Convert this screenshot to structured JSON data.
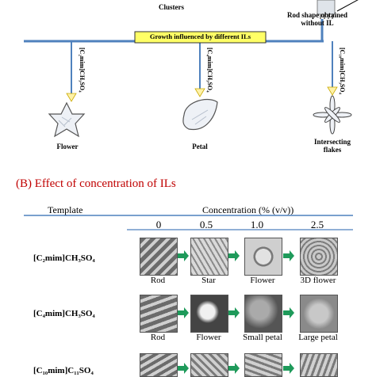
{
  "part_a": {
    "clusters_label": "Clusters",
    "rod_label_line1": "Rod shape obtained",
    "rod_label_line2": "without IL",
    "banner": "Growth influenced by different ILs",
    "branches": [
      {
        "il": "[C₂mim]CH₃SO₄",
        "morphology": "Flower"
      },
      {
        "il": "[C₄mim]CH₃SO₄",
        "morphology": "Petal"
      },
      {
        "il": "[C₁₀mim]CH₃SO₄",
        "morphology_line1": "Intersecting",
        "morphology_line2": "flakes"
      }
    ]
  },
  "part_b": {
    "heading": "(B) Effect of concentration of ILs",
    "template_header": "Template",
    "concentration_header": "Concentration (% (v/v))",
    "concentrations": [
      "0",
      "0.5",
      "1.0",
      "2.5"
    ],
    "rows": [
      {
        "template": "[C₂mim]CH₃SO₄",
        "labels": [
          "Rod",
          "Star",
          "Flower",
          "3D flower"
        ]
      },
      {
        "template": "[C₄mim]CH₃SO₄",
        "labels": [
          "Rod",
          "Flower",
          "Small petal",
          "Large petal"
        ]
      },
      {
        "template": "[C₁₀mim]C₁₁SO₄",
        "labels": [
          "",
          "",
          "",
          ""
        ]
      }
    ]
  },
  "colors": {
    "line_blue": "#4f81bd",
    "banner_fill": "#ffff66",
    "heading_red": "#c00000",
    "arrow_green": "#1e9a5a"
  }
}
